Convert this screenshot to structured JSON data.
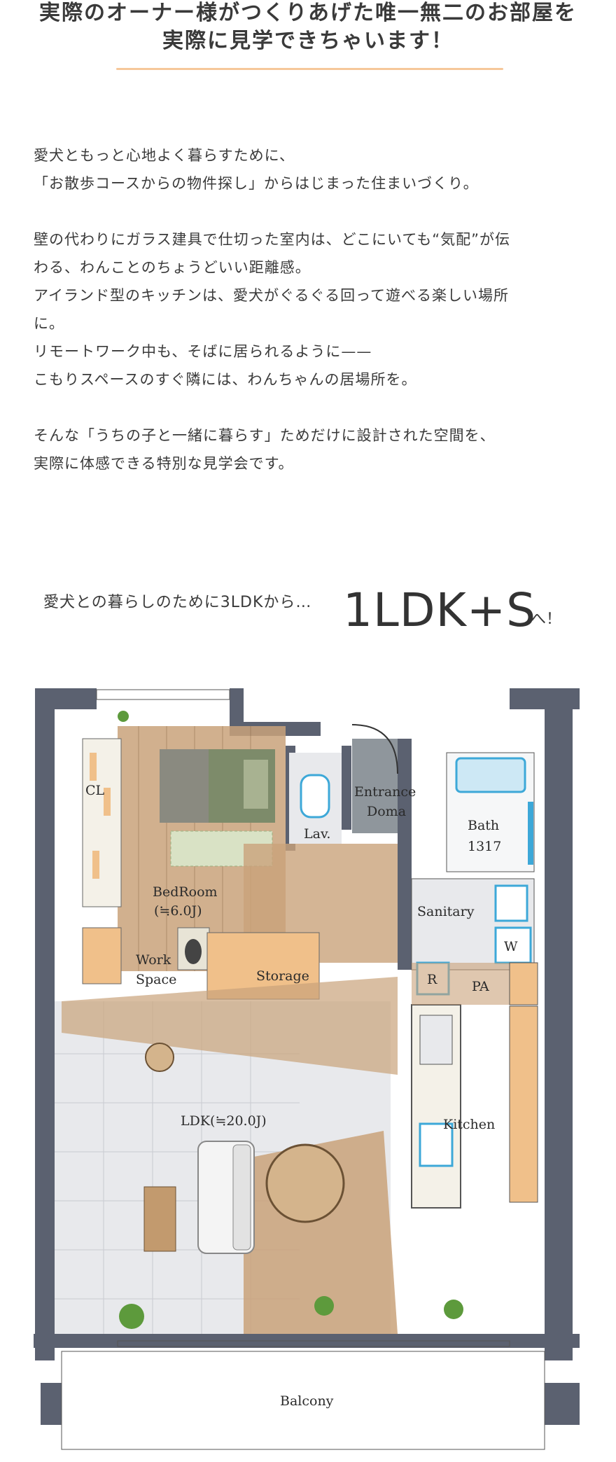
{
  "headline": {
    "line1": "実際のオーナー様がつくりあげた唯一無二のお部屋を",
    "line2": "実際に見学できちゃいます！"
  },
  "body_lines": [
    "愛犬ともっと心地よく暮らすために、",
    "「お散歩コースからの物件探し」からはじまった住まいづくり。",
    "",
    "壁の代わりにガラス建具で仕切った室内は、どこにいても“気配”が伝",
    "わる、わんことのちょうどいい距離感。",
    "アイランド型のキッチンは、愛犬がぐるぐる回って遊べる楽しい場所",
    "に。",
    "リモートワーク中も、そばに居られるように——",
    "こもりスペースのすぐ隣には、わんちゃんの居場所を。",
    "",
    "そんな「うちの子と一緒に暮らす」ためだけに設計された空間を、",
    "実際に体感できる特別な見学会です。"
  ],
  "layout_intro": {
    "prefix": "愛犬との暮らしのために3LDKから…",
    "plan": "1LDK+S",
    "suffix": "へ！"
  },
  "floorplan": {
    "labels": {
      "cl": "CL",
      "bedroom": "BedRoom",
      "bedroom_size": "(≒6.0J)",
      "lav": "Lav.",
      "entrance": "Entrance",
      "doma": "Doma",
      "bath": "Bath",
      "bath_size": "1317",
      "sanitary": "Sanitary",
      "w": "W",
      "work": "Work",
      "space": "Space",
      "storage": "Storage",
      "r": "R",
      "pa": "PA",
      "ldk": "LDK(≒20.0J)",
      "kitchen": "Kitchen",
      "balcony": "Balcony"
    },
    "colors": {
      "wall": "#5b6170",
      "wood": "#c9a27a",
      "tile": "#e8e9ec",
      "green": "#7d8b6a",
      "gray": "#8a8a80",
      "orange": "#f0c08a",
      "blue": "#3da8d8"
    }
  }
}
